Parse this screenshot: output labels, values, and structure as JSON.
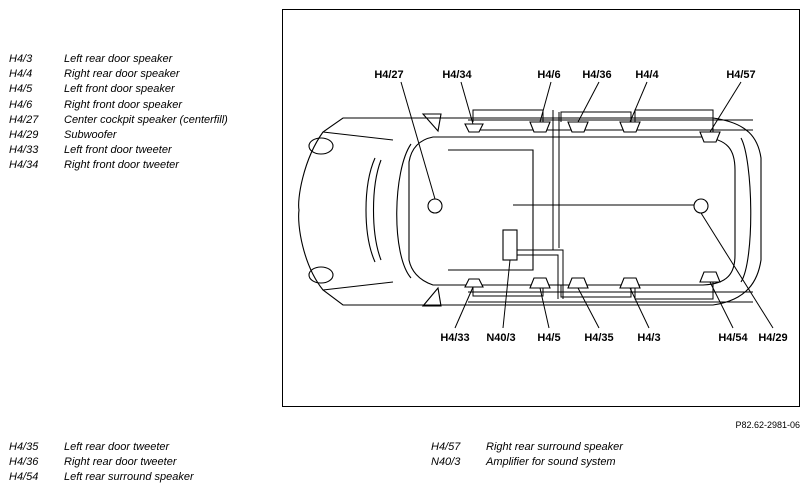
{
  "legend_top": [
    {
      "code": "H4/3",
      "desc": "Left rear door speaker"
    },
    {
      "code": "H4/4",
      "desc": "Right rear door speaker"
    },
    {
      "code": "H4/5",
      "desc": "Left front door speaker"
    },
    {
      "code": "H4/6",
      "desc": "Right front door speaker"
    },
    {
      "code": "H4/27",
      "desc": "Center cockpit speaker (centerfill)"
    },
    {
      "code": "H4/29",
      "desc": "Subwoofer"
    },
    {
      "code": "H4/33",
      "desc": "Left front door tweeter"
    },
    {
      "code": "H4/34",
      "desc": "Right front door tweeter"
    }
  ],
  "legend_bottom_left": [
    {
      "code": "H4/35",
      "desc": "Left rear door tweeter"
    },
    {
      "code": "H4/36",
      "desc": "Right rear door tweeter"
    },
    {
      "code": "H4/54",
      "desc": "Left rear surround speaker"
    }
  ],
  "legend_bottom_right": [
    {
      "code": "H4/57",
      "desc": "Right rear surround speaker"
    },
    {
      "code": "N40/3",
      "desc": "Amplifier for sound system"
    }
  ],
  "diagram_labels": {
    "top": [
      "H4/27",
      "H4/34",
      "H4/6",
      "H4/36",
      "H4/4",
      "H4/57"
    ],
    "bottom": [
      "H4/33",
      "N40/3",
      "H4/5",
      "H4/35",
      "H4/3",
      "H4/54",
      "H4/29"
    ]
  },
  "figure_ref": "P82.62-2981-06"
}
